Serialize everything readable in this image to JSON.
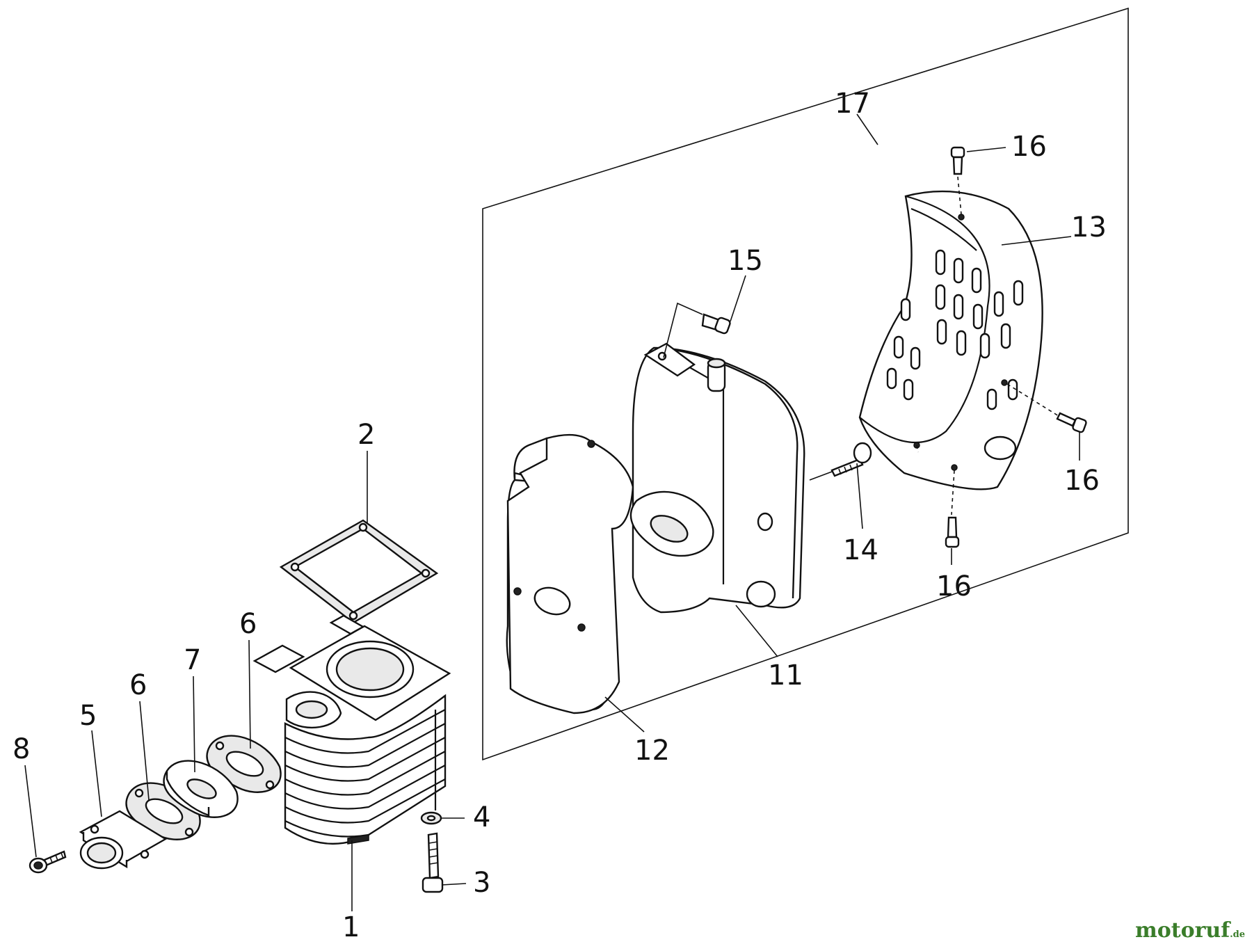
{
  "callouts": {
    "c1": "1",
    "c2": "2",
    "c3": "3",
    "c4": "4",
    "c5": "5",
    "c6a": "6",
    "c6b": "6",
    "c7": "7",
    "c8": "8",
    "c11": "11",
    "c12": "12",
    "c13": "13",
    "c14": "14",
    "c15": "15",
    "c16a": "16",
    "c16b": "16",
    "c16c": "16",
    "c17": "17"
  },
  "watermark": {
    "text": "motoruf",
    "suffix": ".de"
  }
}
